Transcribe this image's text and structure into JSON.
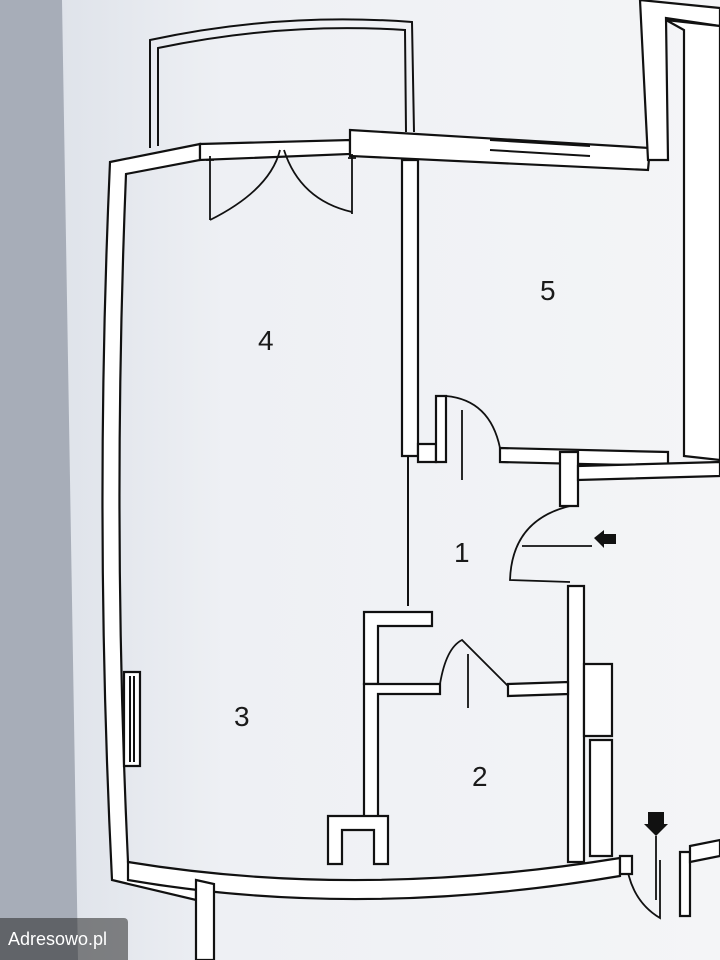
{
  "rooms": [
    {
      "id": "room-1",
      "label": "1"
    },
    {
      "id": "room-2",
      "label": "2"
    },
    {
      "id": "room-3",
      "label": "3"
    },
    {
      "id": "room-4",
      "label": "4"
    },
    {
      "id": "room-5",
      "label": "5"
    }
  ],
  "watermark": {
    "text": "Adresowo.pl"
  },
  "colors": {
    "paper": "#f2f3f6",
    "ink": "#111111",
    "background": "#8f97a3"
  }
}
